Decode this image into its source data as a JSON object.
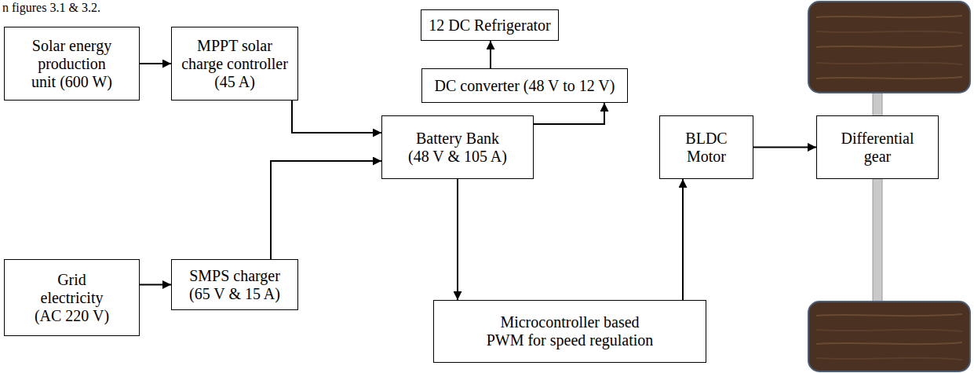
{
  "diagram": {
    "nodes": [
      {
        "text": [
          "Solar energy production unit (600 W)"
        ]
      },
      {
        "text": [
          "MPPT solar charge controller (45 A)"
        ]
      },
      {
        "text": [
          "12 DC Refrigerator"
        ]
      },
      {
        "text": [
          "DC converter (48 V to 12 V)"
        ]
      },
      {
        "text": [
          "Battery Bank (48 V & 105 A)"
        ]
      },
      {
        "text": [
          "BLDC Motor"
        ]
      },
      {
        "text": [
          "Differential gear"
        ]
      },
      {
        "text": [
          "Grid electricity (AC 220 V)"
        ]
      },
      {
        "text": [
          "SMPS charger (65 V & 15 A)"
        ]
      },
      {
        "text": [
          "Microcontroller based PWM for speed regulation"
        ]
      }
    ],
    "edges": [
      {
        "from": 0,
        "to": 1,
        "arrow": "to"
      },
      {
        "from": 1,
        "to": 4,
        "arrow": "to"
      },
      {
        "from": 7,
        "to": 8,
        "arrow": "to"
      },
      {
        "from": 8,
        "to": 4,
        "arrow": "to"
      },
      {
        "from": 4,
        "to": 3,
        "arrow": "to"
      },
      {
        "from": 3,
        "to": 2,
        "arrow": "to"
      },
      {
        "from": 4,
        "to": 9,
        "arrow": "to"
      },
      {
        "from": 9,
        "to": 5,
        "arrow": "to"
      },
      {
        "from": 5,
        "to": 6,
        "arrow": "to"
      }
    ],
    "labels": [
      "n figures 3.1 & 3.2."
    ]
  }
}
